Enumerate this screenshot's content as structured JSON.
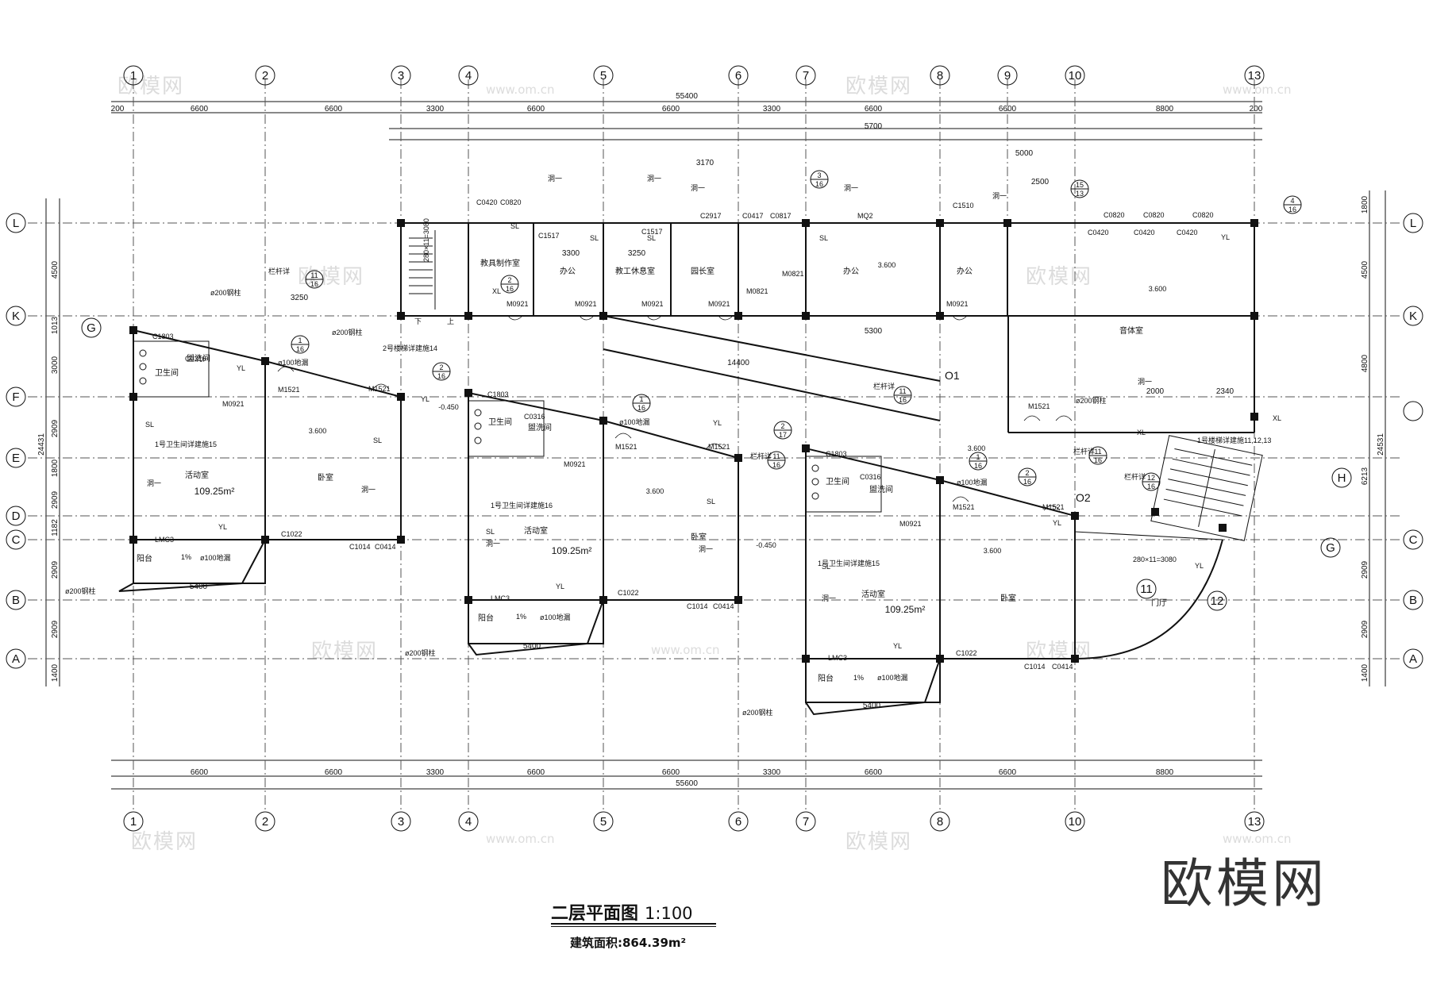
{
  "drawing": {
    "title": "二层平面图",
    "scale": "1:100",
    "area_text": "建筑面积:864.39m²",
    "watermark": "欧模网",
    "watermark_site": "www.om.cn",
    "brand": "欧模网"
  },
  "axes": {
    "vertical": [
      "1",
      "2",
      "3",
      "4",
      "5",
      "6",
      "7",
      "8",
      "9",
      "10",
      "13"
    ],
    "bottom_vertical": [
      "1",
      "2",
      "3",
      "4",
      "5",
      "6",
      "7",
      "8",
      "10",
      "13"
    ],
    "horizontal": [
      "L",
      "K",
      "F",
      "E",
      "D",
      "C",
      "B",
      "A"
    ],
    "oblique": [
      "G",
      "H",
      "G"
    ]
  },
  "dimensions": {
    "top_total": "55400",
    "bottom_total": "55600",
    "top_row1": [
      "200",
      "6600",
      "6600",
      "3300",
      "6600",
      "6600",
      "3300",
      "6600",
      "6600",
      "8800",
      "200"
    ],
    "bottom_row": [
      "6600",
      "6600",
      "3300",
      "6600",
      "6600",
      "3300",
      "6600",
      "6600",
      "8800"
    ],
    "left_total": "24431",
    "right_total": "24531",
    "left_row": [
      "4500",
      "1013",
      "3000",
      "2909",
      "1800",
      "2909",
      "1182",
      "2909",
      "2909",
      "1400"
    ],
    "right_row": [
      "1800",
      "4500",
      "4800",
      "6213",
      "2909",
      "2909",
      "1400"
    ],
    "misc": [
      "14400",
      "5000",
      "2500",
      "3170",
      "5700",
      "5300",
      "3300",
      "3250",
      "3250",
      "5400",
      "5400",
      "5400",
      "2000",
      "2340"
    ]
  },
  "rooms": {
    "office1": "办公",
    "office2": "办公",
    "office3": "办公",
    "teacher_rest": "教工休息室",
    "toy_room": "教具制作室",
    "principal": "园长室",
    "music": "音体室",
    "lobby": "门厅",
    "bedroom": "卧室",
    "activity": "活动室",
    "toilet": "卫生间",
    "wash": "盥洗间",
    "balcony": "阳台",
    "area_value": "109.25m²",
    "level": "3.600",
    "level_neg": "-0.450"
  },
  "labels": {
    "door1": "M1521",
    "door2": "M0921",
    "door3": "M0821",
    "win1": "C1517",
    "win2": "C0420",
    "win3": "C0820",
    "win4": "C1022",
    "win5": "C1014",
    "win6": "C0414",
    "win7": "C1803",
    "win8": "C0316",
    "win9": "C2917",
    "win10": "C0417",
    "win11": "C0817",
    "win12": "C1510",
    "lmc": "LMC3",
    "mq": "MQ2",
    "sl": "SL",
    "yl": "YL",
    "xl": "XL",
    "dong": "洞一",
    "railing": "栏杆详",
    "steel": "ø200钢柱",
    "drain": "ø100地漏",
    "stair1": "1号楼梯详建施11,12,13",
    "stair2": "2号楼梯详建施14",
    "wc_detail": "1号卫生间详建施15",
    "wc_detail2": "1号卫生间详建施16",
    "down": "下",
    "up": "上",
    "slope": "1%",
    "o1": "O1",
    "o2": "O2",
    "eleven": "11",
    "twelve": "12",
    "stair_dim": "280×11=3080",
    "stair_dim2": "280×11=3080"
  },
  "callouts": [
    {
      "top": "11",
      "bot": "16"
    },
    {
      "top": "2",
      "bot": "16"
    },
    {
      "top": "1",
      "bot": "16"
    },
    {
      "top": "2",
      "bot": "16"
    },
    {
      "top": "1",
      "bot": "16"
    },
    {
      "top": "2",
      "bot": "17"
    },
    {
      "top": "11",
      "bot": "16"
    },
    {
      "top": "11",
      "bot": "16"
    },
    {
      "top": "1",
      "bot": "16"
    },
    {
      "top": "2",
      "bot": "16"
    },
    {
      "top": "11",
      "bot": "16"
    },
    {
      "top": "12",
      "bot": "16"
    },
    {
      "top": "3",
      "bot": "16"
    },
    {
      "top": "15",
      "bot": "13"
    },
    {
      "top": "4",
      "bot": "16"
    }
  ]
}
